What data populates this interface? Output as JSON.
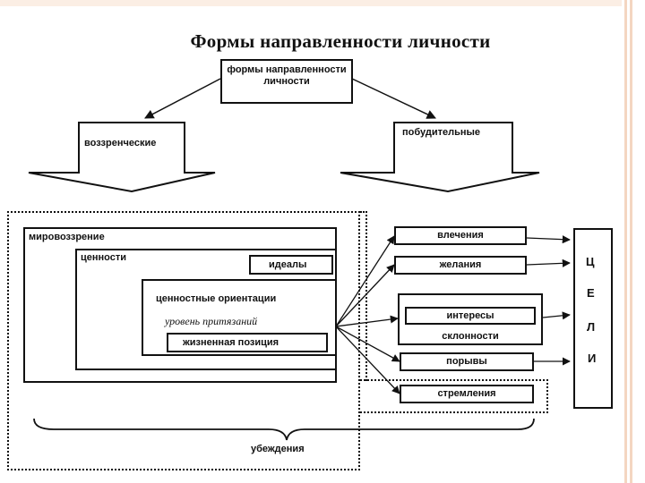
{
  "title": "Формы направленности личности",
  "root": "формы направленности личности",
  "branches": {
    "left": "воззренческие",
    "right": "побудительные"
  },
  "left_group": {
    "worldview": "мировоззрение",
    "values": "ценности",
    "ideals": "идеалы",
    "value_orientations": "ценностные ориентации",
    "aspiration_level": "уровень притязаний",
    "life_position": "жизненная позиция",
    "beliefs": "убеждения"
  },
  "right_group": {
    "drives": "влечения",
    "wishes": "желания",
    "interests": "интересы",
    "inclinations": "склонности",
    "impulses": "порывы",
    "strivings": "стремления"
  },
  "goals_letters": [
    "Ц",
    "Е",
    "Л",
    "И"
  ]
}
